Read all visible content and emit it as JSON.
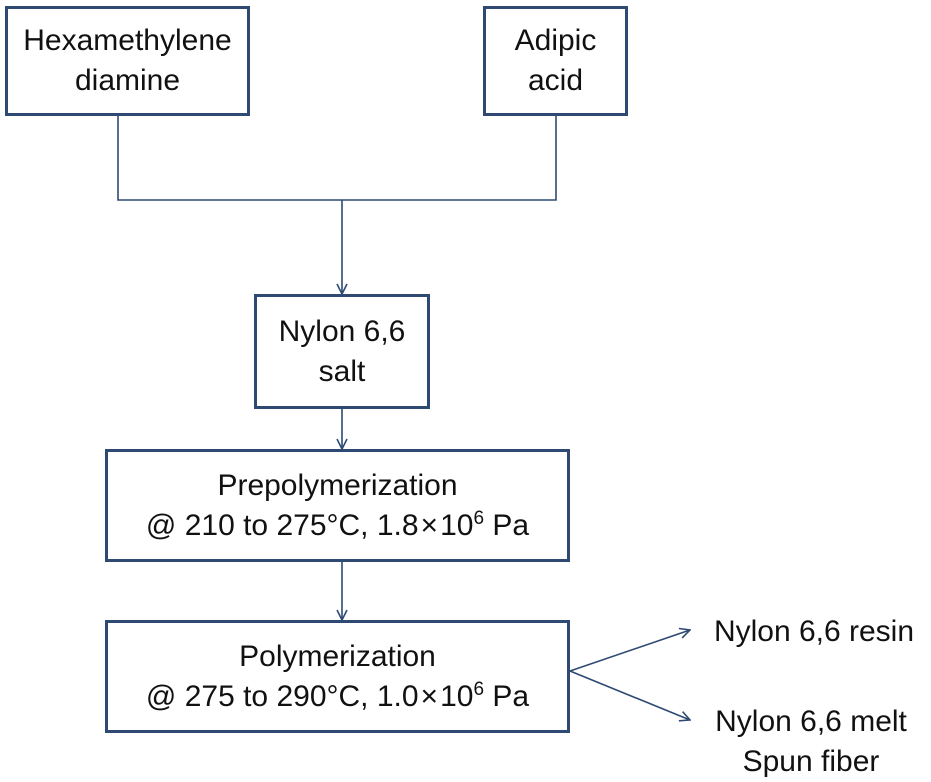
{
  "nodes": {
    "hexamethylene": {
      "line1": "Hexamethylene",
      "line2": "diamine"
    },
    "adipic": {
      "line1": "Adipic",
      "line2": "acid"
    },
    "salt": {
      "line1": "Nylon 6,6",
      "line2": "salt"
    },
    "prepolymerization": {
      "line1": "Prepolymerization",
      "cond_prefix": "@ 210 to 275°C, 1.8",
      "times": "×",
      "base": "10",
      "exp": "6",
      "unit": " Pa"
    },
    "polymerization": {
      "line1": "Polymerization",
      "cond_prefix": "@ 275 to 290°C, 1.0",
      "times": "×",
      "base": "10",
      "exp": "6",
      "unit": " Pa"
    }
  },
  "outputs": {
    "resin": "Nylon 6,6 resin",
    "fiber_line1": "Nylon 6,6 melt",
    "fiber_line2": "Spun fiber"
  },
  "colors": {
    "stroke": "#2e4a73",
    "text": "#111111"
  }
}
